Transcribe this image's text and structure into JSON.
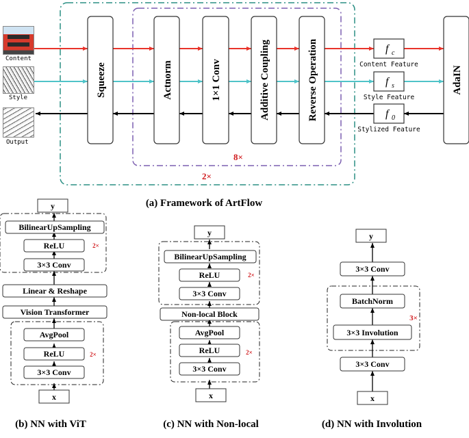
{
  "inputs": {
    "content_label": "Content",
    "style_label": "Style",
    "output_label": "Output"
  },
  "artflow": {
    "squeeze": "Squeeze",
    "actnorm": "Actnorm",
    "conv1x1": "1×1 Conv",
    "additive_coupling": "Additive Coupling",
    "reverse_operation": "Reverse Operation",
    "adain": "AdaIN",
    "f_c": "f_c",
    "f_s": "f_s",
    "f_0": "f_0",
    "content_feature": "Content Feature",
    "style_feature": "Style Feature",
    "stylized_feature": "Stylized Feature",
    "repeat_inner": "8×",
    "repeat_outer": "2×",
    "caption": "(a) Framework of ArtFlow"
  },
  "vit": {
    "y": "y",
    "upsample": "BilinearUpSampling",
    "relu_top": "ReLU",
    "conv_top": "3×3 Conv",
    "repeat_top": "2×",
    "linear": "Linear & Reshape",
    "vit": "Vision Transformer",
    "avgpool": "AvgPool",
    "relu_bottom": "ReLU",
    "conv_bottom": "3×3 Conv",
    "repeat_bottom": "2×",
    "x": "x",
    "caption": "(b) NN with ViT"
  },
  "nonlocal": {
    "y": "y",
    "upsample": "BilinearUpSampling",
    "relu_top": "ReLU",
    "conv_top": "3×3 Conv",
    "repeat_top": "2×",
    "nonlocal_block": "Non-local Block",
    "avgpool": "AvgPool",
    "relu_bottom": "ReLU",
    "conv_bottom": "3×3 Conv",
    "repeat_bottom": "2×",
    "x": "x",
    "caption": "(c) NN with Non-local"
  },
  "involution": {
    "y": "y",
    "conv_top": "3×3 Conv",
    "batchnorm": "BatchNorm",
    "involution": "3×3 Involution",
    "repeat": "3×",
    "conv_bottom": "3×3 Conv",
    "x": "x",
    "caption": "(d) NN with Involution"
  },
  "colors": {
    "content": "#e8332a",
    "style": "#4fc3c8",
    "output": "#000000",
    "outer_box": "#2a8f84",
    "inner_box": "#7b5fb0",
    "repeat_text": "#d0191c"
  }
}
